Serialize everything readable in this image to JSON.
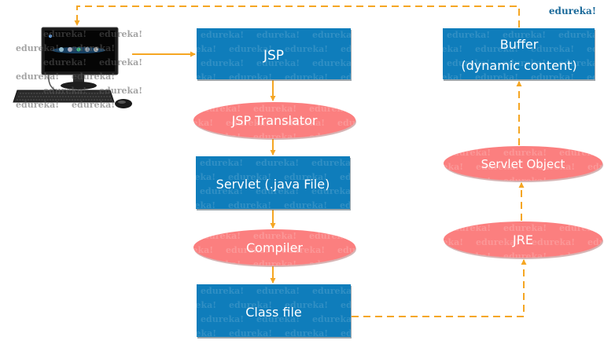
{
  "brand": "edureka!",
  "watermark": "edureka!",
  "colors": {
    "box": "#0f7dbb",
    "box_shadow": "#5a6a75",
    "ellipse": "#fb7f7f",
    "ellipse_shadow": "#b06a6a",
    "arrow": "#f5a623",
    "brand": "#1b6a9a"
  },
  "nodes": {
    "client": {
      "label": "",
      "icon": "desktop-computer-icon"
    },
    "jsp": {
      "label": "JSP",
      "shape": "box"
    },
    "translator": {
      "label": "JSP Translator",
      "shape": "ellipse"
    },
    "servlet": {
      "label": "Servlet (.java File)",
      "shape": "box"
    },
    "compiler": {
      "label": "Compiler",
      "shape": "ellipse"
    },
    "classfile": {
      "label": "Class file",
      "shape": "box"
    },
    "jre": {
      "label": "JRE",
      "shape": "ellipse"
    },
    "servletobject": {
      "label": "Servlet Object",
      "shape": "ellipse"
    },
    "buffer": {
      "label_line1": "Buffer",
      "label_line2": "(dynamic content)",
      "shape": "box"
    }
  },
  "edges": [
    {
      "from": "client",
      "to": "jsp",
      "style": "solid"
    },
    {
      "from": "jsp",
      "to": "translator",
      "style": "solid"
    },
    {
      "from": "translator",
      "to": "servlet",
      "style": "solid"
    },
    {
      "from": "servlet",
      "to": "compiler",
      "style": "solid"
    },
    {
      "from": "compiler",
      "to": "classfile",
      "style": "solid"
    },
    {
      "from": "classfile",
      "to": "jre",
      "style": "dashed"
    },
    {
      "from": "jre",
      "to": "servletobject",
      "style": "dashed"
    },
    {
      "from": "servletobject",
      "to": "buffer",
      "style": "dashed"
    },
    {
      "from": "buffer",
      "to": "client",
      "style": "dashed"
    }
  ]
}
